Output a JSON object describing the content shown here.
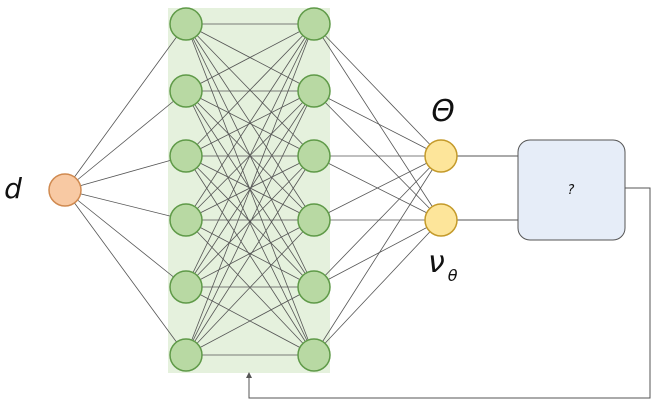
{
  "input": {
    "label": "d"
  },
  "outputs": [
    {
      "label": "Θ"
    },
    {
      "label": "ν",
      "subscript": "θ"
    }
  ],
  "unknown_box": {
    "label": "?"
  },
  "hidden_layer_sizes": [
    6,
    6
  ],
  "colors": {
    "input_fill": "#f8c9a3",
    "input_stroke": "#d08a50",
    "hidden_fill": "#b8d9a3",
    "hidden_stroke": "#5f9a48",
    "output_fill": "#fde59a",
    "output_stroke": "#c49a2a",
    "hidden_band": "#e5f1dd",
    "box_fill": "#e6edf8",
    "box_stroke": "#555555",
    "edge": "#555555"
  }
}
